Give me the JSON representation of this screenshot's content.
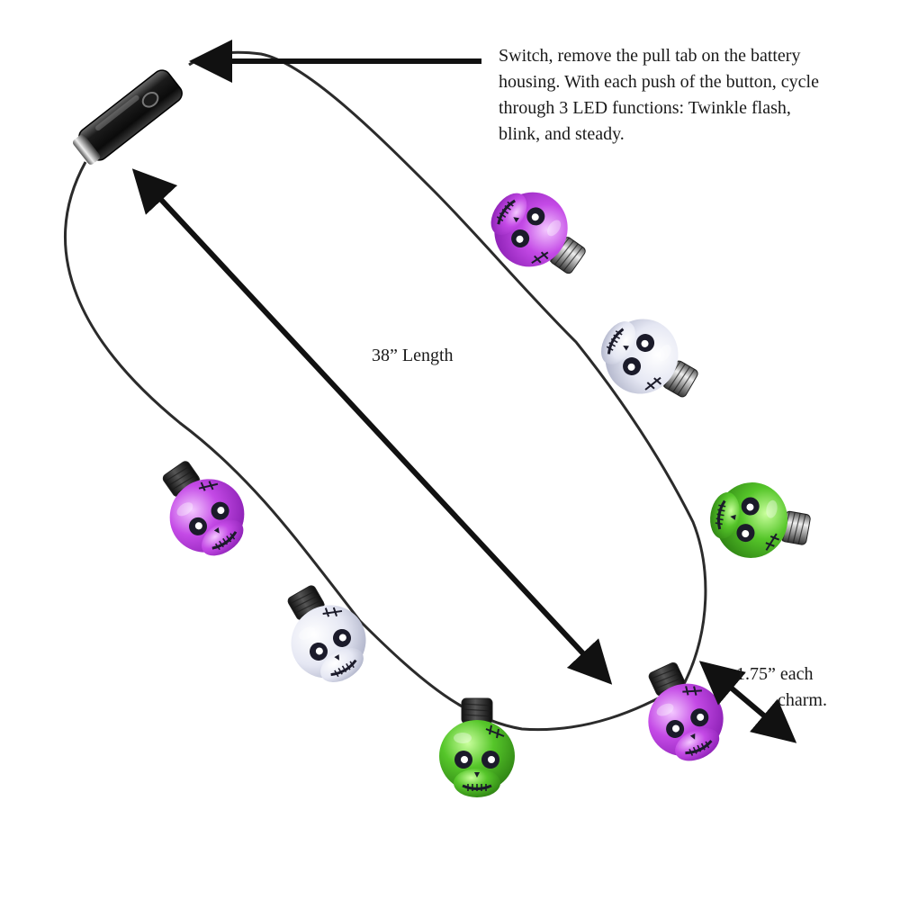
{
  "annotations": {
    "switch_note": {
      "lines": [
        "Switch, remove the pull tab on the battery",
        "housing. With each push of the button, cycle",
        "through 3 LED functions: Twinkle flash,",
        "blink, and steady."
      ]
    },
    "length_label": "38” Length",
    "charm_note": {
      "lines": [
        "1.75” each",
        "charm."
      ]
    }
  },
  "product": {
    "charms": [
      {
        "id": "charm-1",
        "color": "purple"
      },
      {
        "id": "charm-2",
        "color": "white"
      },
      {
        "id": "charm-3",
        "color": "green"
      },
      {
        "id": "charm-4",
        "color": "purple"
      },
      {
        "id": "charm-5",
        "color": "white"
      },
      {
        "id": "charm-6",
        "color": "green"
      },
      {
        "id": "charm-7",
        "color": "purple"
      }
    ],
    "colors": {
      "purple": "#b23fe0",
      "white": "#e6e8f2",
      "green": "#4cc02a",
      "cord": "#2b2b2b",
      "arrow": "#111111"
    }
  }
}
